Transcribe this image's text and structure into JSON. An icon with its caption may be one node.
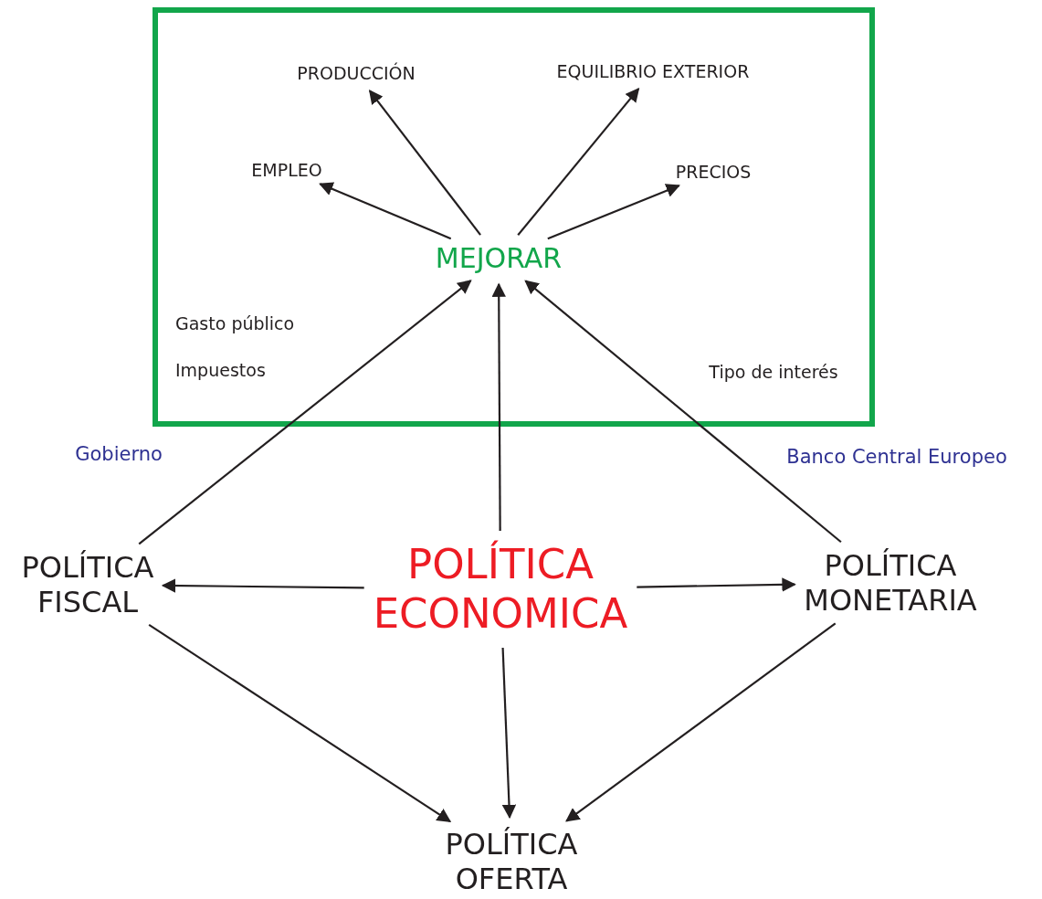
{
  "diagram": {
    "nodes": [
      {
        "text": [],
        "shape": "box"
      },
      {
        "text": [
          "PRODUCCIÓN"
        ],
        "in": 0
      },
      {
        "text": [
          "EQUILIBRIO EXTERIOR"
        ],
        "in": 0
      },
      {
        "text": [
          "EMPLEO"
        ],
        "in": 0
      },
      {
        "text": [
          "PRECIOS"
        ],
        "in": 0
      },
      {
        "text": [
          "MEJORAR"
        ],
        "in": 0
      },
      {
        "text": [
          "POLÍTICA FISCAL"
        ]
      },
      {
        "text": [
          "POLÍTICA ECONOMICA"
        ]
      },
      {
        "text": [
          "POLÍTICA MONETARIA"
        ]
      },
      {
        "text": [
          "POLÍTICA OFERTA"
        ]
      }
    ],
    "edges": [
      {
        "from": 5,
        "to": 1,
        "arrow": "to"
      },
      {
        "from": 5,
        "to": 2,
        "arrow": "to"
      },
      {
        "from": 5,
        "to": 3,
        "arrow": "to"
      },
      {
        "from": 5,
        "to": 4,
        "arrow": "to"
      },
      {
        "from": 6,
        "to": 5,
        "arrow": "to"
      },
      {
        "from": 7,
        "to": 5,
        "arrow": "to"
      },
      {
        "from": 8,
        "to": 5,
        "arrow": "to"
      },
      {
        "from": 7,
        "to": 6,
        "arrow": "to"
      },
      {
        "from": 7,
        "to": 8,
        "arrow": "to"
      },
      {
        "from": 6,
        "to": 9,
        "arrow": "to"
      },
      {
        "from": 7,
        "to": 9,
        "arrow": "to"
      },
      {
        "from": 8,
        "to": 9,
        "arrow": "to"
      }
    ],
    "labels": [
      "Gasto público",
      "Impuestos",
      "Tipo de interés",
      "Gobierno",
      "Banco Central Europeo"
    ]
  }
}
